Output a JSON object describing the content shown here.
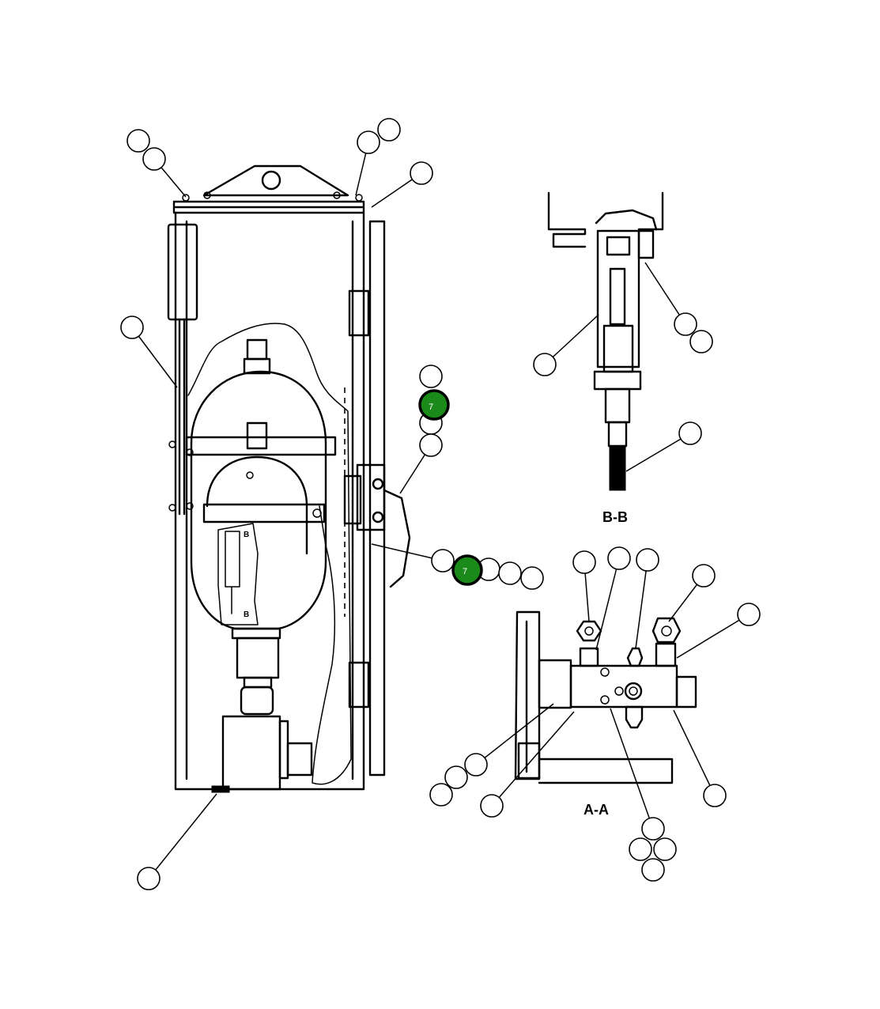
{
  "views": {
    "section_b": "B-B",
    "section_a": "A-A",
    "section_marker": "B"
  },
  "colors": {
    "highlight": "#1a8a1a",
    "line": "#000000",
    "background": "#ffffff"
  },
  "callouts": {
    "highlighted_1": "7",
    "highlighted_2": "7"
  }
}
